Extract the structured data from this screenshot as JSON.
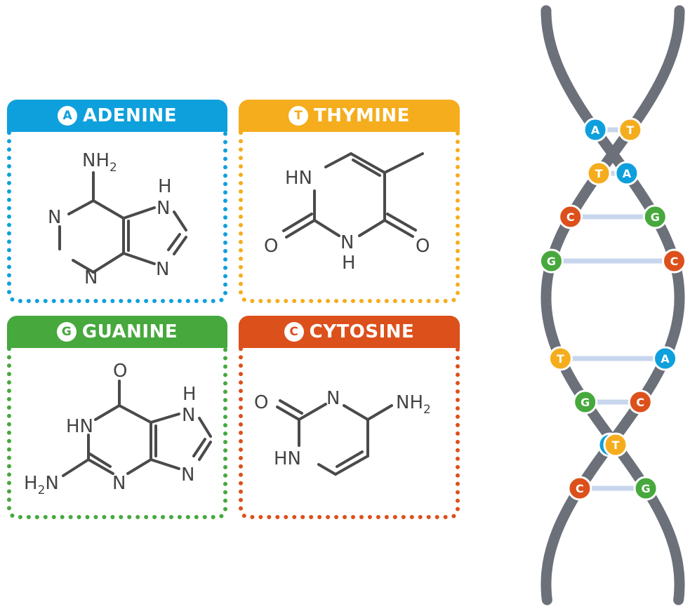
{
  "colors": {
    "adenine": "#0ea0dc",
    "thymine": "#f5ad1d",
    "guanine": "#46a83d",
    "cytosine": "#dc501c",
    "backbone": "#6b7079",
    "rung": "#c7d6ec",
    "bond": "#4a4a4a"
  },
  "cards": [
    {
      "key": "adenine",
      "letter": "A",
      "title": "ADENINE",
      "atoms": {
        "nh2": "NH",
        "nh2_sub": "2",
        "h": "H",
        "n_right": "N",
        "n_left": "N",
        "n_bottom": "N",
        "n_br": "N"
      }
    },
    {
      "key": "thymine",
      "letter": "T",
      "title": "THYMINE",
      "atoms": {
        "hn": "HN",
        "o_left": "O",
        "n_bottom": "N",
        "h_bottom": "H",
        "o_right": "O"
      }
    },
    {
      "key": "guanine",
      "letter": "G",
      "title": "GUANINE",
      "atoms": {
        "o_top": "O",
        "h": "H",
        "n_right": "N",
        "hn": "HN",
        "h2n": "H",
        "h2n_sub": "2",
        "h2n_n": "N",
        "n_bottom": "N",
        "n_br": "N"
      }
    },
    {
      "key": "cytosine",
      "letter": "C",
      "title": "CYTOSINE",
      "atoms": {
        "o": "O",
        "n_top": "N",
        "nh2": "NH",
        "nh2_sub": "2",
        "hn": "HN"
      }
    }
  ],
  "helix_pairs": [
    {
      "left": "A",
      "right": "T"
    },
    {
      "left": "T",
      "right": "A"
    },
    {
      "left": "C",
      "right": "G"
    },
    {
      "left": "G",
      "right": "C"
    },
    {
      "left": "T",
      "right": "A"
    },
    {
      "left": "G",
      "right": "C"
    },
    {
      "left": "A",
      "right": "T"
    },
    {
      "left": "C",
      "right": "G"
    }
  ]
}
